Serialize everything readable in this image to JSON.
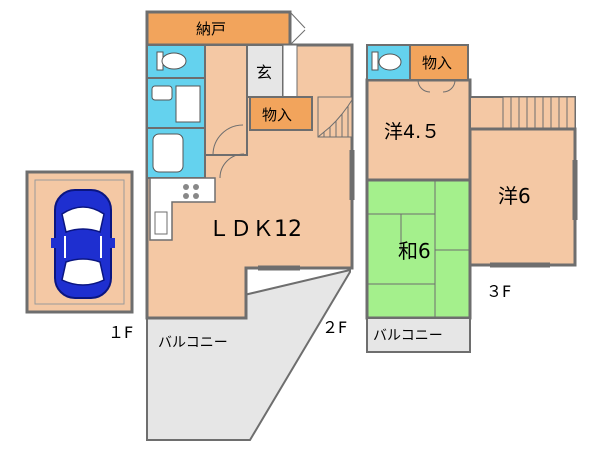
{
  "floors": {
    "first": "１F",
    "second": "２F",
    "third": "３F"
  },
  "rooms": {
    "storage_nando": "納戸",
    "entrance": "玄",
    "closet_2f": "物入",
    "ldk": "ＬＤＫ12",
    "balcony_2f": "バルコニー",
    "western_45": "洋4.５",
    "closet_3f": "物入",
    "western_6": "洋6",
    "japanese_6": "和6",
    "balcony_3f": "バルコニー"
  },
  "colors": {
    "wood_floor": "#F4C8A4",
    "storage": "#F2A45C",
    "wet_area": "#64D2EE",
    "tatami": "#A4F08C",
    "balcony": "#E6E6E6",
    "car": "#1E2FD0",
    "wall": "#6E6E6E"
  },
  "icons": {
    "car": "car-icon",
    "toilet": "toilet-icon",
    "stairs": "stairs-icon",
    "stove": "stove-icon"
  }
}
